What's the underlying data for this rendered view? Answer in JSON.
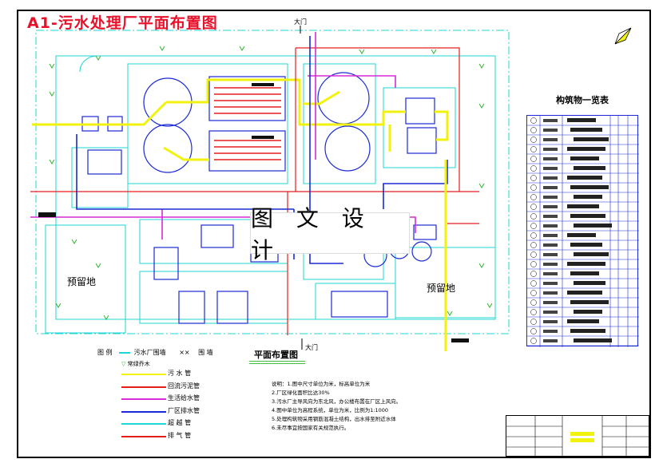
{
  "title": "A1-污水处理厂平面布置图",
  "watermark": "图 文 设 计",
  "plan_title": "平面布置图",
  "table_title": "构筑物一览表",
  "labels": {
    "reserve_left": "预留地",
    "reserve_right": "预留地",
    "gate_top": "大门",
    "gate_bottom": "大门"
  },
  "legend": {
    "head_symbol": "图  例",
    "head_item1": "污水厂围墙",
    "head_cross": "××",
    "head_item2": "围  墙",
    "tree": "常绿乔木",
    "rows": [
      {
        "label": "污 水 管",
        "color": "#f2f20f"
      },
      {
        "label": "回流污泥管",
        "color": "#e81e1e"
      },
      {
        "label": "生活给水管",
        "color": "#d62bd6"
      },
      {
        "label": "厂区排水管",
        "color": "#1b2ad6"
      },
      {
        "label": "超 越 管",
        "color": "#1fd6d6"
      },
      {
        "label": "排 气 管",
        "color": "#e81e1e"
      }
    ]
  },
  "notes": [
    "说明：1.图中尺寸单位为米，标高单位为米",
    "        2.厂区绿化面积比达30%",
    "        3.污水厂主导风向为东北风，办公楼布置在厂区上风向。",
    "        4.图中单位为高程系统，单位为米，比例为1:1000",
    "        5.处理构筑物采用钢筋混凝土结构，出水排至附近水体",
    "        6.未尽事宜按国家有关规范执行。"
  ],
  "colors": {
    "sewage": "#f2f20f",
    "sludge": "#e81e1e",
    "water": "#d62bd6",
    "drain": "#1b2ad6",
    "bypass": "#1fd6d6",
    "wall": "#1fd6d6"
  }
}
